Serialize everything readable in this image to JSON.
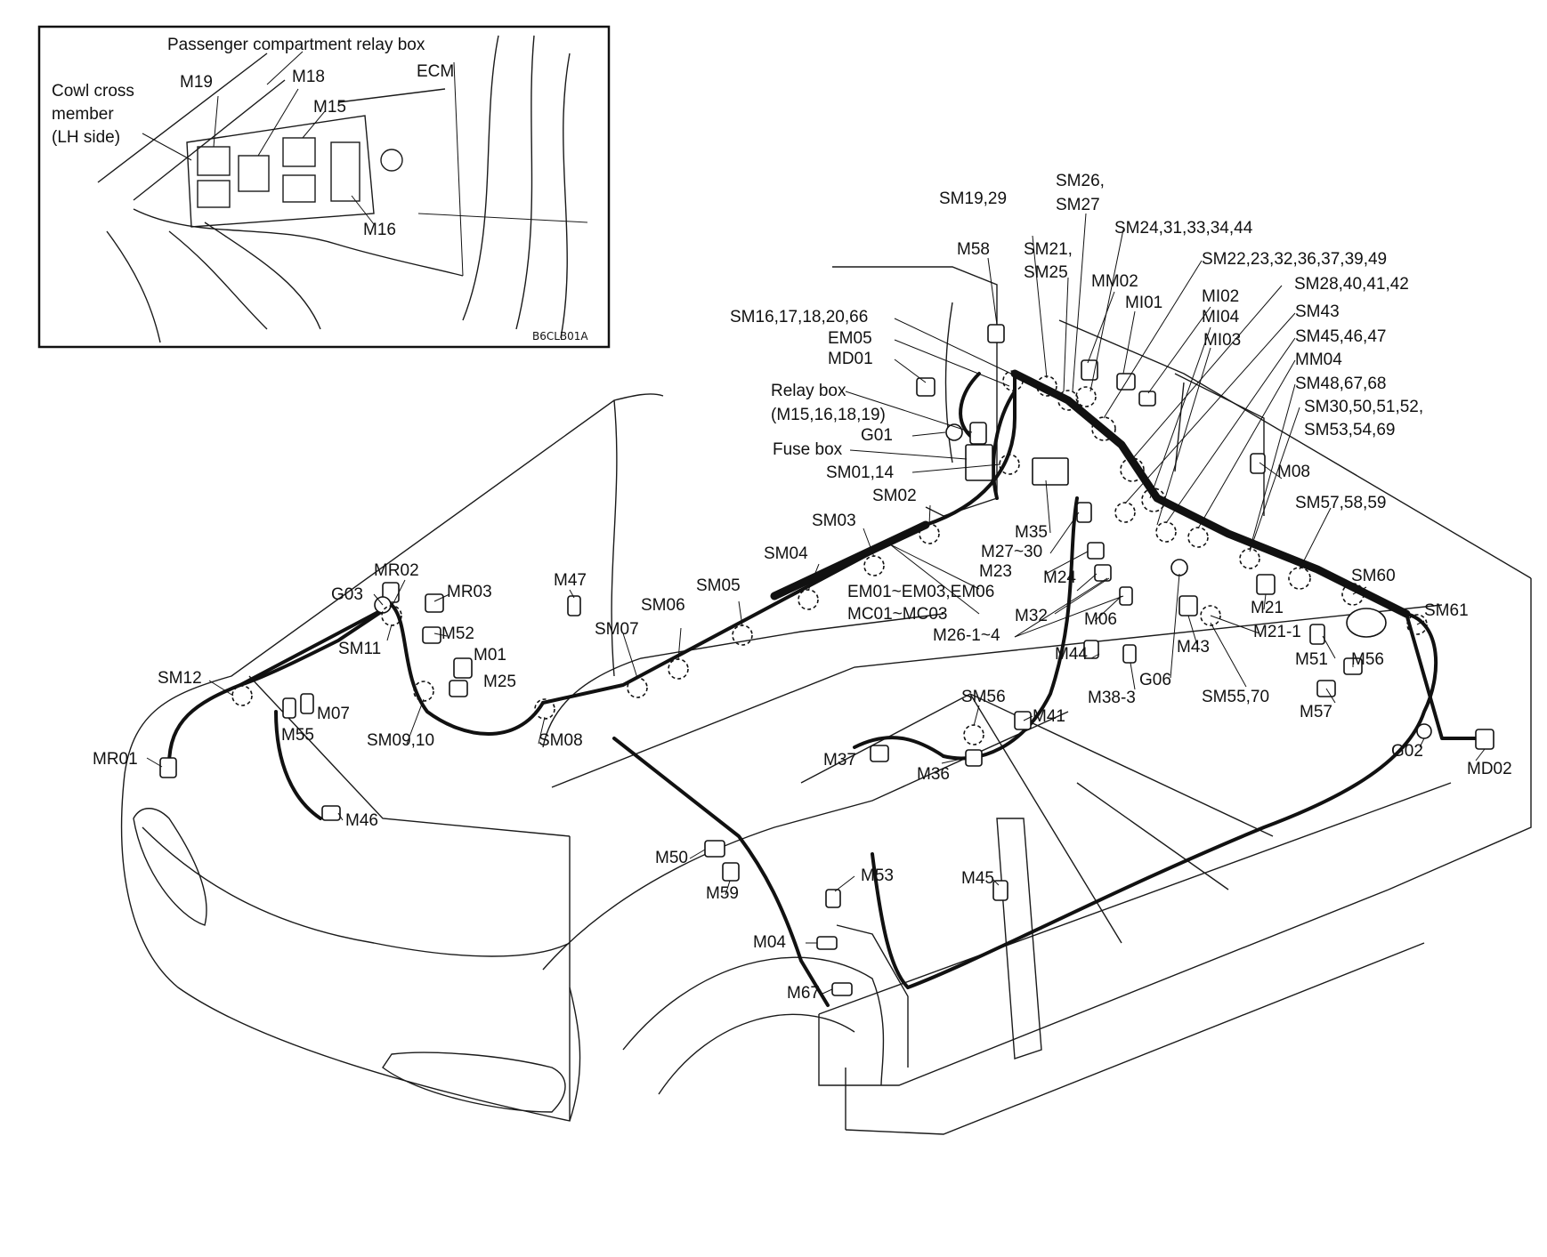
{
  "inset": {
    "title": "Passenger compartment relay box",
    "ecm_label": "ECM",
    "cowl_label_line1": "Cowl cross",
    "cowl_label_line2": "member",
    "cowl_label_line3": "(LH side)",
    "relay_labels": [
      "M19",
      "M18",
      "M15",
      "M16"
    ],
    "image_code": "B6CLB01A"
  },
  "labels": {
    "sm19_29": "SM19,29",
    "sm26": "SM26,",
    "sm27": "SM27",
    "sm24": "SM24,31,33,34,44",
    "m58": "M58",
    "sm21": "SM21,",
    "sm25": "SM25",
    "sm22": "SM22,23,32,36,37,39,49",
    "mm02": "MM02",
    "mi01": "MI01",
    "sm28": "SM28,40,41,42",
    "mi02": "MI02",
    "mi04": "MI04",
    "sm43": "SM43",
    "sm16": "SM16,17,18,20,66",
    "mi03": "MI03",
    "sm45": "SM45,46,47",
    "em05": "EM05",
    "md01": "MD01",
    "mm04": "MM04",
    "relay_box": "Relay box",
    "relay_box_ids": "(M15,16,18,19)",
    "sm48": "SM48,67,68",
    "sm30": "SM30,50,51,52,",
    "sm53": "SM53,54,69",
    "g01": "G01",
    "fuse_box": "Fuse box",
    "sm01_14": "SM01,14",
    "m08": "M08",
    "sm02": "SM02",
    "sm57": "SM57,58,59",
    "sm03": "SM03",
    "m35": "M35",
    "m27_30": "M27~30",
    "m23": "M23",
    "sm04": "SM04",
    "m24": "M24",
    "sm60": "SM60",
    "em01": "EM01~EM03,EM06",
    "sm61": "SM61",
    "mr02": "MR02",
    "m47": "M47",
    "sm05": "SM05",
    "m21": "M21",
    "g03": "G03",
    "mr03": "MR03",
    "mc01": "MC01~MC03",
    "m32": "M32",
    "m06": "M06",
    "sm06": "SM06",
    "sm07": "SM07",
    "m26": "M26-1~4",
    "m21_1": "M21-1",
    "m52": "M52",
    "sm11": "SM11",
    "m51": "M51",
    "m56": "M56",
    "m43": "M43",
    "m44": "M44",
    "m01": "M01",
    "sm12": "SM12",
    "m25": "M25",
    "g06": "G06",
    "m38_3": "M38-3",
    "sm55_70": "SM55,70",
    "m57": "M57",
    "sm56": "SM56",
    "m41": "M41",
    "m55": "M55",
    "m07": "M07",
    "sm09_10": "SM09,10",
    "sm08": "SM08",
    "g02": "G02",
    "mr01": "MR01",
    "m37": "M37",
    "md02": "MD02",
    "m36": "M36",
    "m46": "M46",
    "m50": "M50",
    "m53": "M53",
    "m59": "M59",
    "m45": "M45",
    "m04": "M04",
    "m67": "M67"
  }
}
